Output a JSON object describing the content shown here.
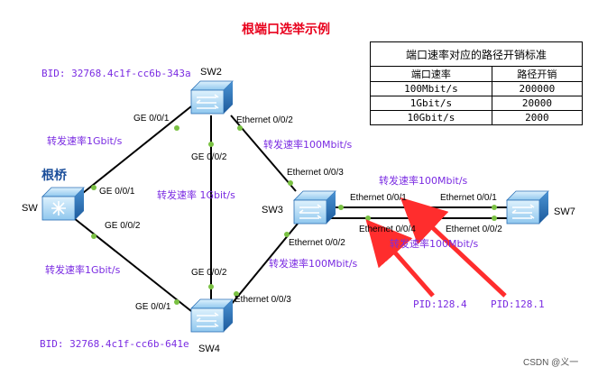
{
  "title": "根端口选举示例",
  "root_label": "根桥",
  "watermark": "CSDN @义一",
  "switches": {
    "sw": {
      "name": "SW"
    },
    "sw2": {
      "name": "SW2",
      "bid": "BID: 32768.4c1f-cc6b-343a"
    },
    "sw3": {
      "name": "SW3"
    },
    "sw4": {
      "name": "SW4",
      "bid": "BID: 32768.4c1f-cc6b-641e"
    },
    "sw7": {
      "name": "SW7"
    }
  },
  "ports": {
    "sw_g1": "GE 0/0/1",
    "sw_g2": "GE 0/0/2",
    "sw2_g1": "GE 0/0/1",
    "sw2_g2": "GE 0/0/2",
    "sw2_e2": "Ethernet 0/0/2",
    "sw3_e3": "Ethernet 0/0/3",
    "sw3_e1": "Ethernet 0/0/1",
    "sw3_e4": "Ethernet 0/0/4",
    "sw3_e2": "Ethernet 0/0/2",
    "sw4_g1": "GE 0/0/1",
    "sw4_g2": "GE 0/0/2",
    "sw4_e3": "Ethernet 0/0/3",
    "sw7_e1": "Ethernet 0/0/1",
    "sw7_e2": "Ethernet 0/0/2"
  },
  "speeds": {
    "sw_sw2": "转发速率1Gbit/s",
    "sw_sw4": "转发速率1Gbit/s",
    "sw2_sw4": "转发速率 1Gbit/s",
    "sw2_sw3": "转发速率100Mbit/s",
    "sw3_sw4": "转发速率100Mbit/s",
    "sw3_sw7_top": "转发速率100Mbit/s",
    "sw3_sw7_bottom": "转发速率100Mbit/s"
  },
  "pids": {
    "pid_4": "PID:128.4",
    "pid_1": "PID:128.1"
  },
  "cost_table": {
    "caption": "端口速率对应的路径开销标准",
    "headers": [
      "端口速率",
      "路径开销"
    ],
    "rows": [
      [
        "100Mbit/s",
        "200000"
      ],
      [
        "1Gbit/s",
        "20000"
      ],
      [
        "10Gbit/s",
        "2000"
      ]
    ]
  },
  "colors": {
    "link": "#000000",
    "port_dot": "#7ac143",
    "arrow": "#ff2d2d",
    "switch_top": "#9ad0f0",
    "switch_side": "#2a6fb5"
  }
}
